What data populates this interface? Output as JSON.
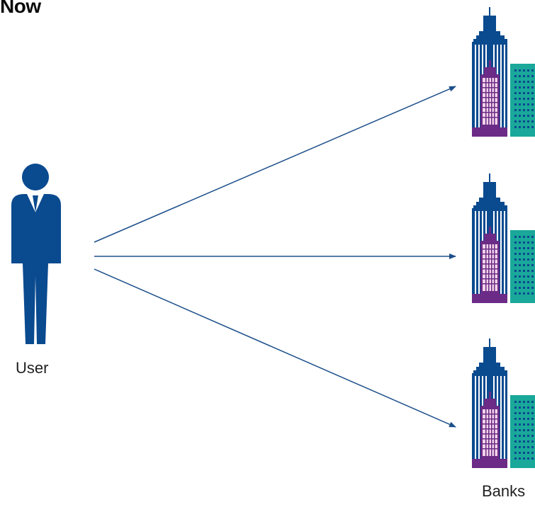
{
  "title": "Now",
  "user_label": "User",
  "banks_label": "Banks",
  "colors": {
    "primary_blue": "#0a4a8f",
    "purple": "#6b2b86",
    "teal": "#1aa89a",
    "arrow": "#1d4f8a"
  },
  "icons": {
    "user": "person-icon",
    "bank": "bank-building-icon"
  }
}
